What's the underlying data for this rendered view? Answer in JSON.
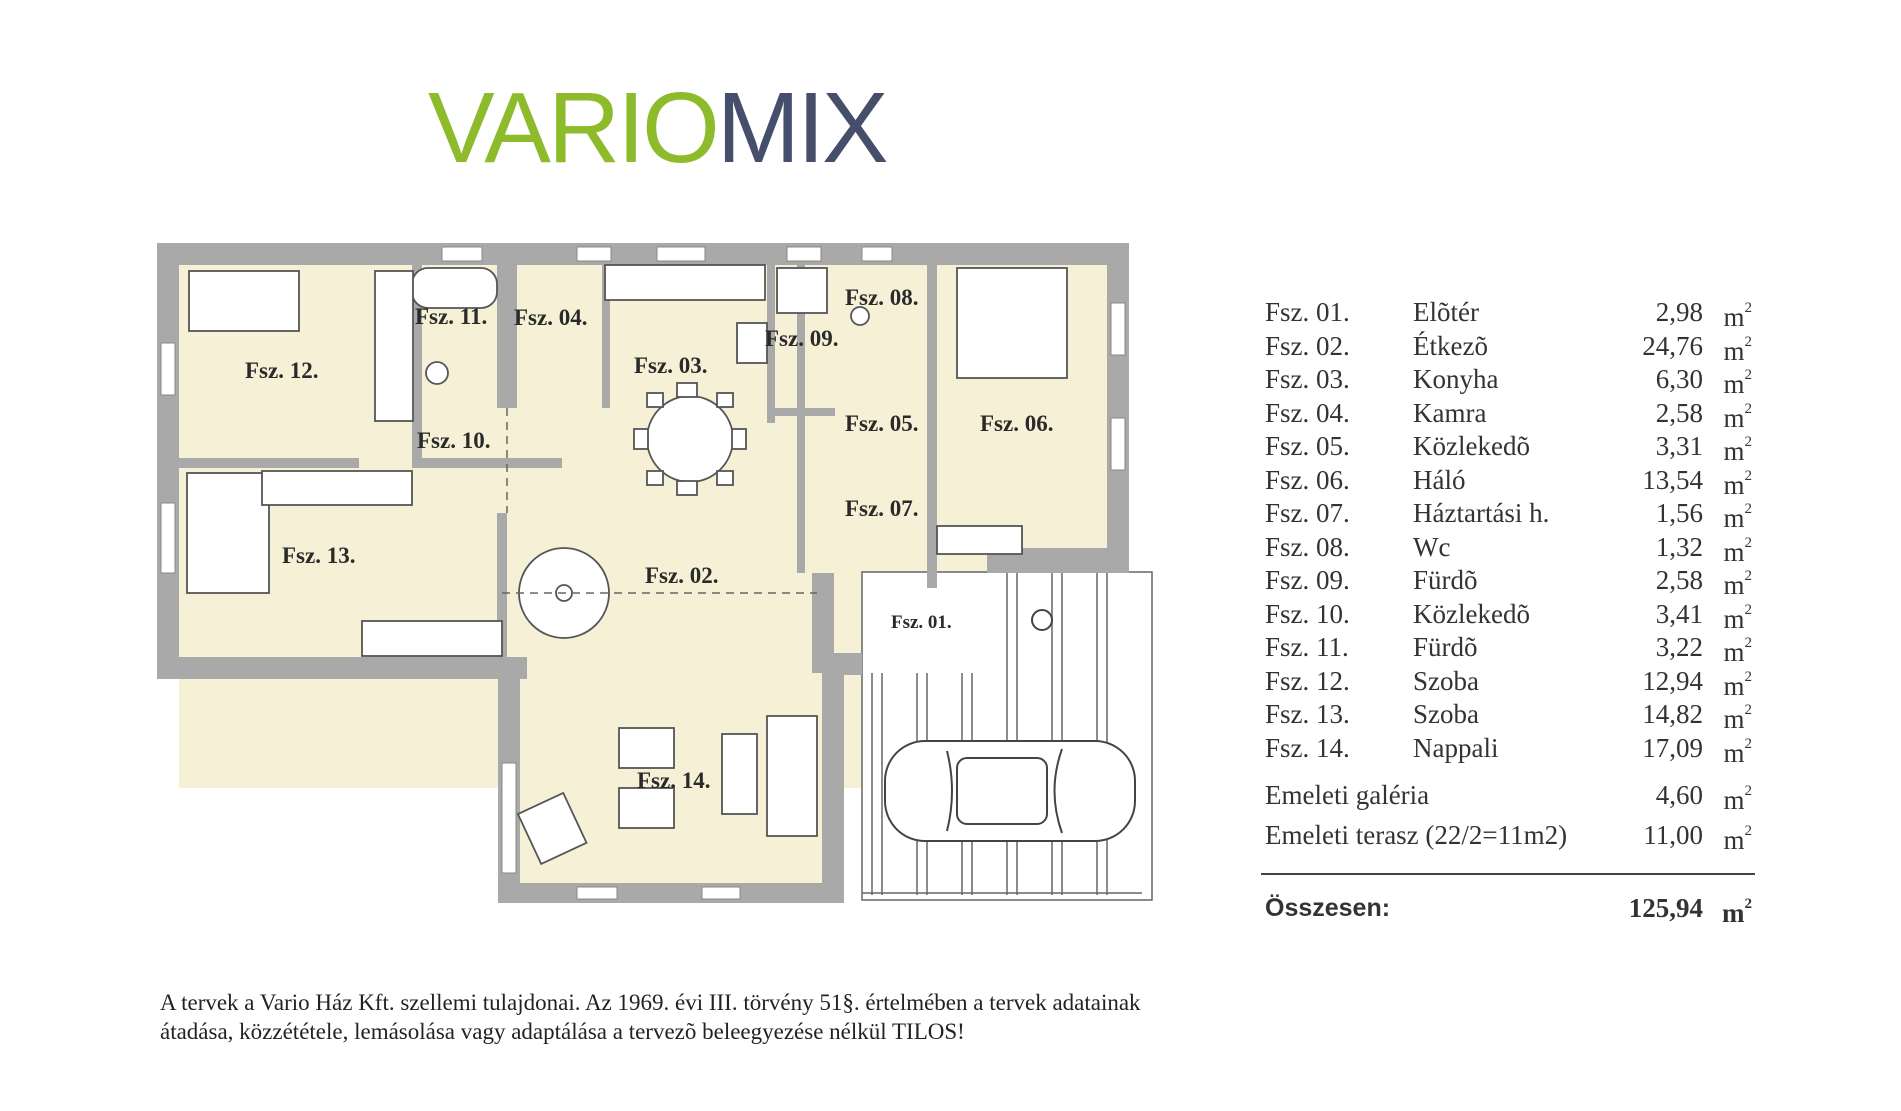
{
  "logo": {
    "part1": "VARIO",
    "part2": "MIX"
  },
  "plan": {
    "labels": {
      "r01": "Fsz. 01.",
      "r02": "Fsz. 02.",
      "r03": "Fsz. 03.",
      "r04": "Fsz. 04.",
      "r05": "Fsz. 05.",
      "r06": "Fsz. 06.",
      "r07": "Fsz. 07.",
      "r08": "Fsz. 08.",
      "r09": "Fsz. 09.",
      "r10": "Fsz. 10.",
      "r11": "Fsz. 11.",
      "r12": "Fsz. 12.",
      "r13": "Fsz. 13.",
      "r14": "Fsz. 14."
    }
  },
  "rooms": [
    {
      "code": "Fsz. 01.",
      "name": "Elõtér",
      "area": "2,98",
      "unit": "m"
    },
    {
      "code": "Fsz. 02.",
      "name": "Étkezõ",
      "area": "24,76",
      "unit": "m"
    },
    {
      "code": "Fsz. 03.",
      "name": "Konyha",
      "area": "6,30",
      "unit": "m"
    },
    {
      "code": "Fsz. 04.",
      "name": "Kamra",
      "area": "2,58",
      "unit": "m"
    },
    {
      "code": "Fsz. 05.",
      "name": "Közlekedõ",
      "area": "3,31",
      "unit": "m"
    },
    {
      "code": "Fsz. 06.",
      "name": "Háló",
      "area": "13,54",
      "unit": "m"
    },
    {
      "code": "Fsz. 07.",
      "name": "Háztartási h.",
      "area": "1,56",
      "unit": "m"
    },
    {
      "code": "Fsz. 08.",
      "name": "Wc",
      "area": "1,32",
      "unit": "m"
    },
    {
      "code": "Fsz. 09.",
      "name": "Fürdõ",
      "area": "2,58",
      "unit": "m"
    },
    {
      "code": "Fsz. 10.",
      "name": "Közlekedõ",
      "area": "3,41",
      "unit": "m"
    },
    {
      "code": "Fsz. 11.",
      "name": "Fürdõ",
      "area": "3,22",
      "unit": "m"
    },
    {
      "code": "Fsz. 12.",
      "name": "Szoba",
      "area": "12,94",
      "unit": "m"
    },
    {
      "code": "Fsz. 13.",
      "name": "Szoba",
      "area": "14,82",
      "unit": "m"
    },
    {
      "code": "Fsz. 14.",
      "name": "Nappali",
      "area": "17,09",
      "unit": "m"
    }
  ],
  "extras": [
    {
      "name": "Emeleti galéria",
      "area": "4,60",
      "unit": "m"
    },
    {
      "name": "Emeleti terasz (22/2=11m2)",
      "area": "11,00",
      "unit": "m"
    }
  ],
  "total": {
    "label": "Összesen:",
    "area": "125,94",
    "unit": "m"
  },
  "unit_exponent": "2",
  "notice": {
    "line1": "A tervek a Vario Ház Kft. szellemi tulajdonai. Az 1969. évi III. törvény 51§. értelmében a tervek adatainak",
    "line2": "átadása, közzététele, lemásolása vagy adaptálása a tervezõ beleegyezése nélkül TILOS!"
  },
  "colors": {
    "wall": "#a9a9a9",
    "floor": "#f6f1d6",
    "logo_green": "#8dbb2b",
    "logo_navy": "#454f6b",
    "line": "#555555"
  }
}
